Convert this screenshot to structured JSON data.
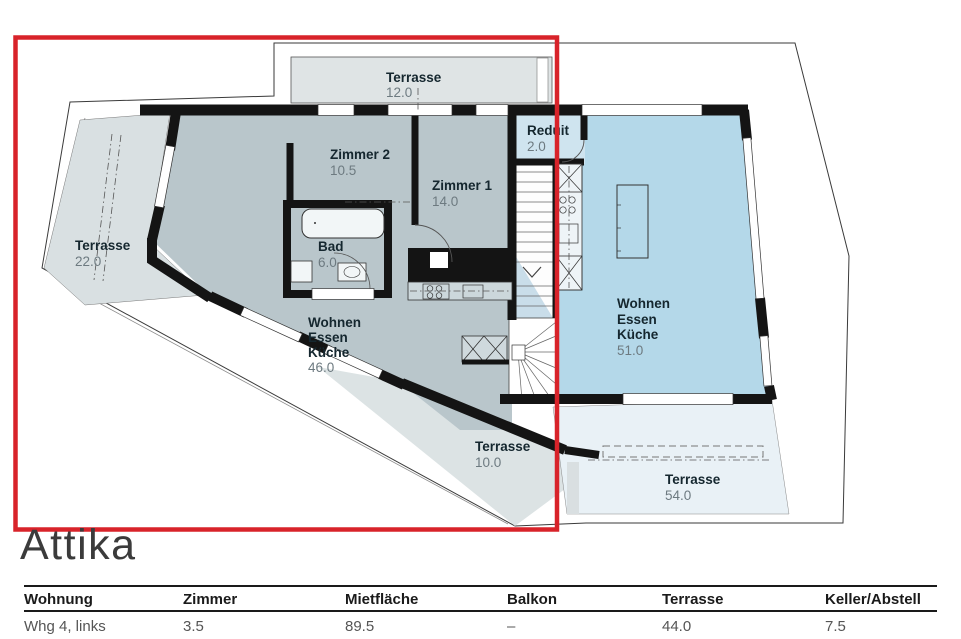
{
  "title": "Attika",
  "plan": {
    "highlight_color": "#d8232a",
    "labels": {
      "terrasse_top": {
        "name": "Terrasse",
        "area": "12.0"
      },
      "zimmer2": {
        "name": "Zimmer 2",
        "area": "10.5"
      },
      "zimmer1": {
        "name": "Zimmer 1",
        "area": "14.0"
      },
      "reduit": {
        "name": "Reduit",
        "area": "2.0"
      },
      "bad": {
        "name": "Bad",
        "area": "6.0"
      },
      "terrasse_left": {
        "name": "Terrasse",
        "area": "22.0"
      },
      "wohnen_left": {
        "line1": "Wohnen",
        "line2": "Essen",
        "line3": "Küche",
        "area": "46.0"
      },
      "terrasse_bottom": {
        "name": "Terrasse",
        "area": "10.0"
      },
      "wohnen_right": {
        "line1": "Wohnen",
        "line2": "Essen",
        "line3": "Küche",
        "area": "51.0"
      },
      "terrasse_right": {
        "name": "Terrasse",
        "area": "54.0"
      }
    },
    "colors": {
      "apartment_left": "#b9c6cb",
      "apartment_right": "#b4d8e9",
      "terrace_gray": "#dde3e4",
      "terrace_blue": "#e9f1f6"
    }
  },
  "table": {
    "headers": [
      "Wohnung",
      "Zimmer",
      "Mietfläche",
      "Balkon",
      "Terrasse",
      "Keller/Abstell"
    ],
    "row": [
      "Whg 4, links",
      "3.5",
      "89.5",
      "–",
      "44.0",
      "7.5"
    ]
  }
}
